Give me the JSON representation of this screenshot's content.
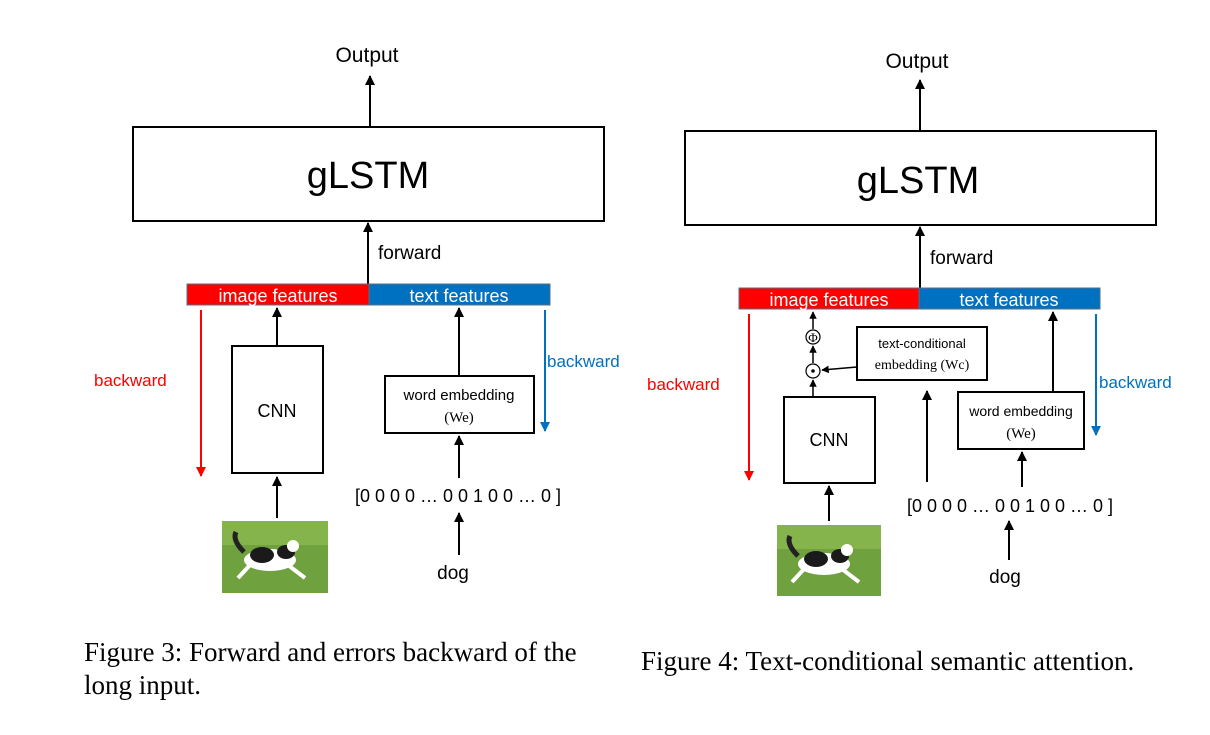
{
  "figure3": {
    "output_label": "Output",
    "lstm_label": "gLSTM",
    "forward_label": "forward",
    "image_features_label": "image features",
    "text_features_label": "text features",
    "backward_left_label": "backward",
    "backward_right_label": "backward",
    "cnn_label": "CNN",
    "word_embedding_line1": "word embedding",
    "word_embedding_line2": "(We)",
    "vector_label": "[0 0 0 0 … 0 0 1 0 0 … 0 ]",
    "word_label": "dog",
    "caption_line1": "Figure 3: Forward and errors backward of the",
    "caption_line2": "long input."
  },
  "figure4": {
    "output_label": "Output",
    "lstm_label": "gLSTM",
    "forward_label": "forward",
    "image_features_label": "image features",
    "text_features_label": "text features",
    "backward_left_label": "backward",
    "backward_right_label": "backward",
    "cnn_label": "CNN",
    "phi_symbol": "Φ",
    "odot_symbol": "⊙",
    "text_conditional_line1": "text-conditional",
    "text_conditional_line2": "embedding (Wc)",
    "word_embedding_line1": "word embedding",
    "word_embedding_line2": "(We)",
    "vector_label": "[0 0 0 0 … 0 0 1 0 0 … 0 ]",
    "word_label": "dog",
    "caption": "Figure 4: Text-conditional semantic attention."
  },
  "colors": {
    "image_features_bg": "#ff0000",
    "text_features_bg": "#0070c0",
    "backward_red": "#ff0000",
    "backward_blue": "#0070c0"
  }
}
